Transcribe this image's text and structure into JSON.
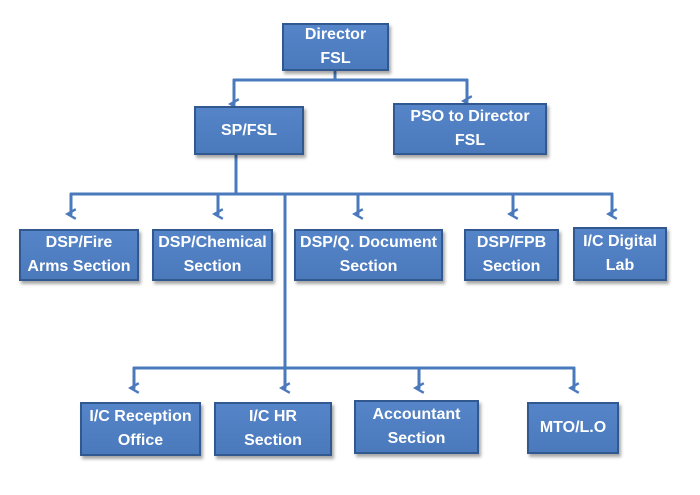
{
  "colors": {
    "box_fill": "#4f7fc2",
    "box_border": "#31588f",
    "connector": "#4a79bc",
    "text": "#ffffff"
  },
  "nodes": {
    "director": {
      "lines": [
        "Director FSL"
      ]
    },
    "sp": {
      "lines": [
        "SP/FSL"
      ]
    },
    "pso": {
      "lines": [
        "PSO to Director",
        "FSL"
      ]
    },
    "dsp_fire": {
      "lines": [
        "DSP/Fire",
        "Arms Section"
      ]
    },
    "dsp_chemical": {
      "lines": [
        "DSP/Chemical",
        "Section"
      ]
    },
    "dsp_qdoc": {
      "lines": [
        "DSP/Q. Document",
        "Section"
      ]
    },
    "dsp_fpb": {
      "lines": [
        "DSP/FPB",
        "Section"
      ]
    },
    "ic_digital": {
      "lines": [
        "I/C Digital",
        "Lab"
      ]
    },
    "ic_reception": {
      "lines": [
        "I/C Reception",
        "Office"
      ]
    },
    "ic_hr": {
      "lines": [
        "I/C HR",
        "Section"
      ]
    },
    "accountant": {
      "lines": [
        "Accountant",
        "Section"
      ]
    },
    "mto": {
      "lines": [
        "MTO/L.O"
      ]
    }
  }
}
